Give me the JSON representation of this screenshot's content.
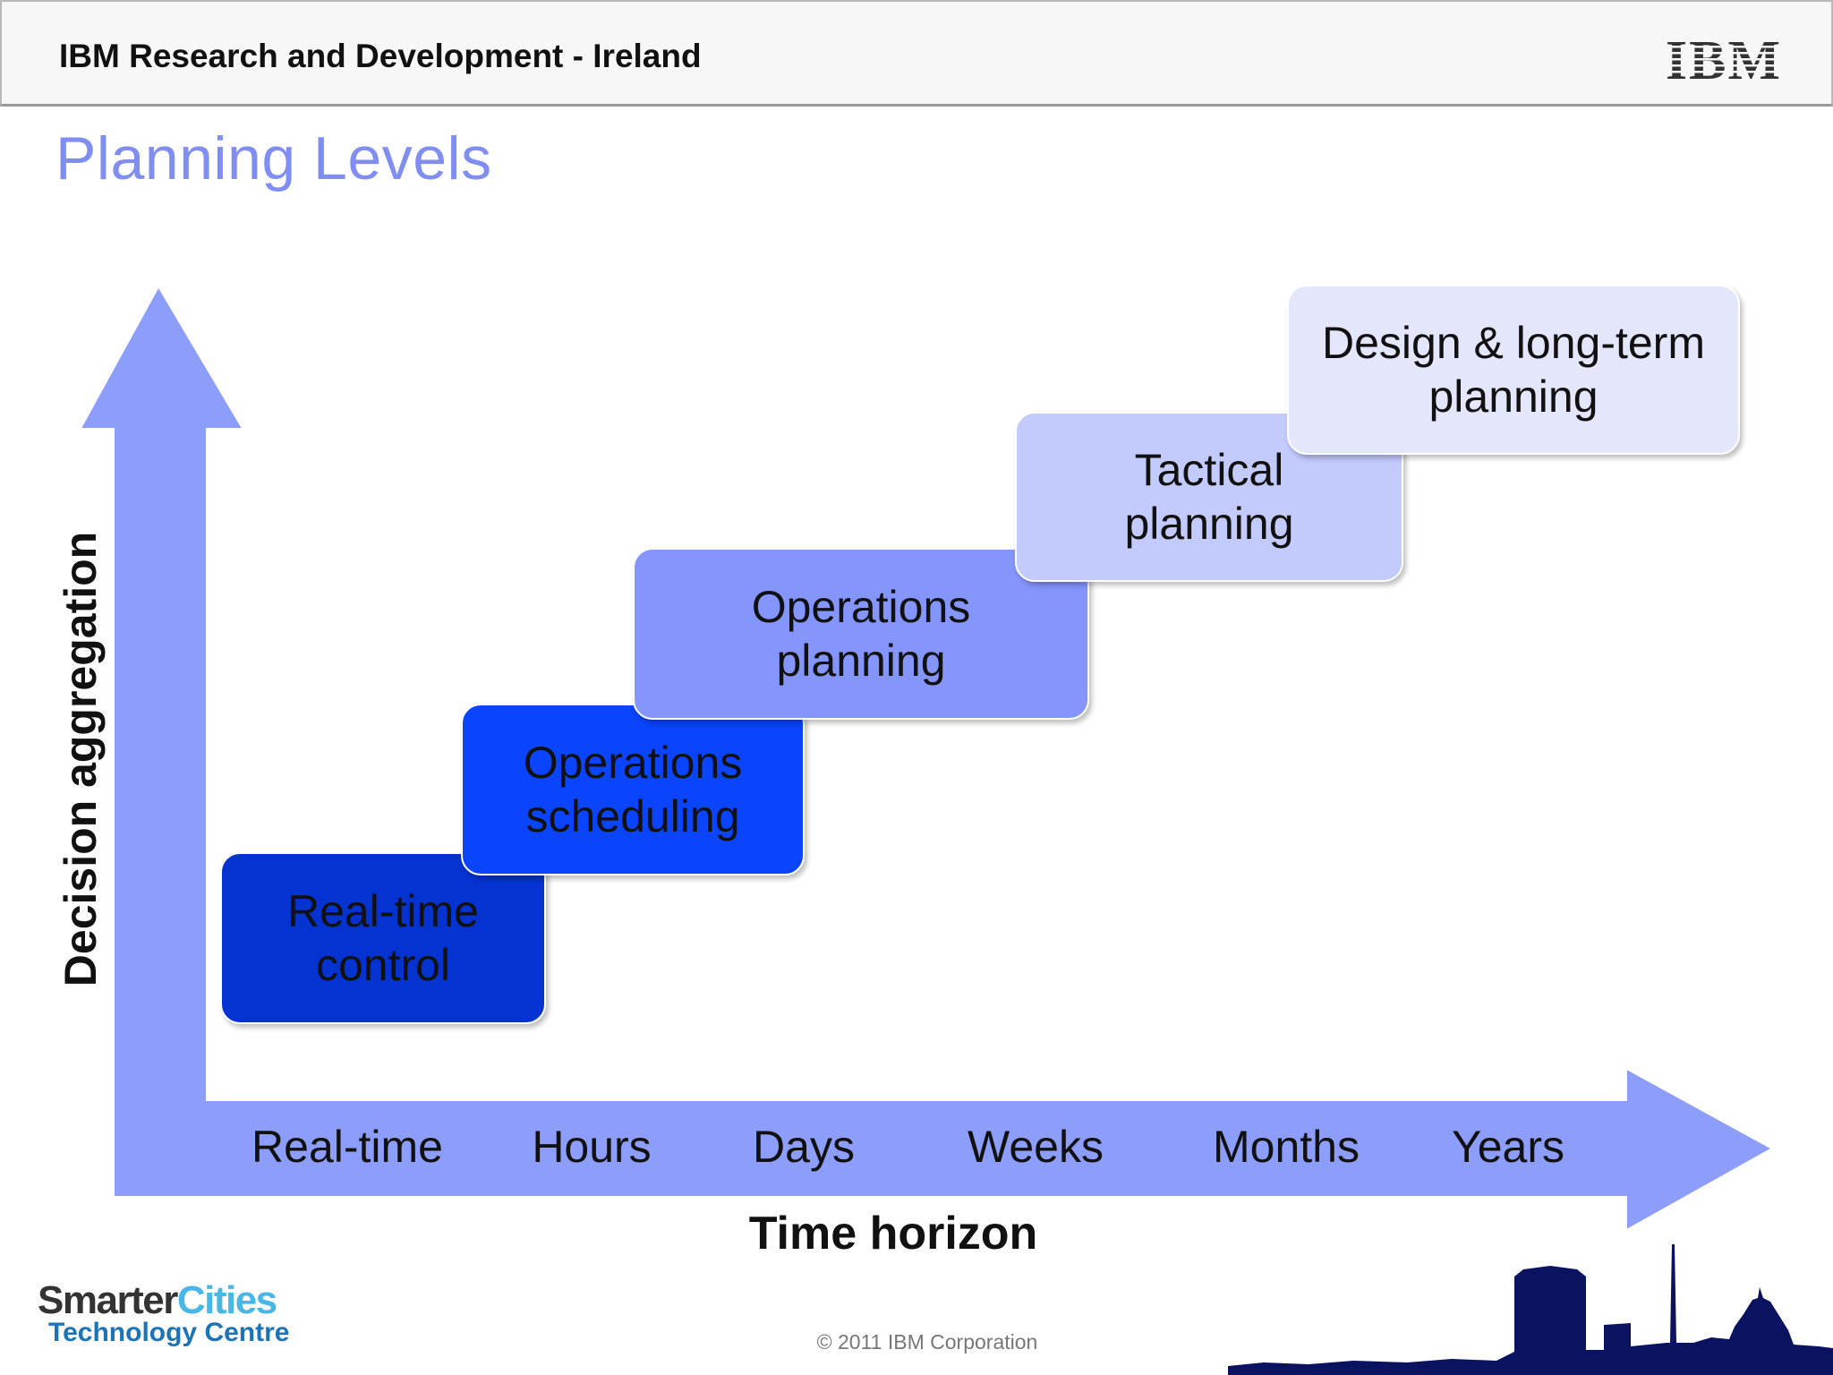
{
  "header": {
    "title": "IBM Research and Development - Ireland",
    "logo_text": "IBM"
  },
  "slide": {
    "title": "Planning Levels"
  },
  "diagram": {
    "y_axis_label": "Decision aggregation",
    "x_axis_label": "Time horizon",
    "time_ticks": [
      "Real-time",
      "Hours",
      "Days",
      "Weeks",
      "Months",
      "Years"
    ],
    "levels": [
      {
        "lines": [
          "Real-time",
          "control"
        ],
        "color": "#0533d1"
      },
      {
        "lines": [
          "Operations",
          "scheduling"
        ],
        "color": "#0a44fc"
      },
      {
        "lines": [
          "Operations",
          "planning"
        ],
        "color": "#8495fb"
      },
      {
        "lines": [
          "Tactical",
          "planning"
        ],
        "color": "#c3cafc"
      },
      {
        "lines": [
          "Design & long-term",
          "planning"
        ],
        "color": "#e4e6fc"
      }
    ],
    "arrow_color": "#8d9dfa"
  },
  "footer": {
    "logo_word1": "Smarter",
    "logo_word2": "Cities",
    "logo_subtitle": "Technology Centre",
    "copyright": "© 2011 IBM Corporation"
  }
}
